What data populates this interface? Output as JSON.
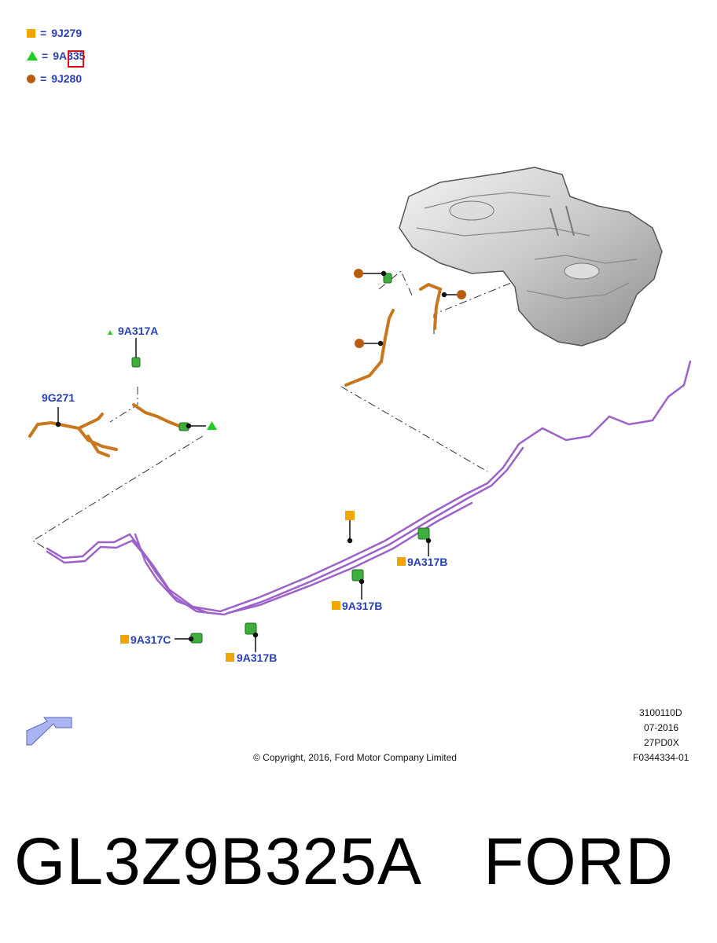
{
  "legend": {
    "items": [
      {
        "symbol": "square",
        "eq": "=",
        "code": "9J279"
      },
      {
        "symbol": "triangle",
        "eq": "=",
        "code": "9A335"
      },
      {
        "symbol": "circle",
        "eq": "=",
        "code": "9J280"
      }
    ]
  },
  "callouts": {
    "c1": "9A317A",
    "c2": "9G271",
    "c3": "9A317B",
    "c4": "9A317B",
    "c5": "9A317C",
    "c6": "9A317B"
  },
  "info": {
    "line1": "3100110D",
    "line2": "07-2016",
    "line3": "27PD0X",
    "line4": "F0344334-01"
  },
  "copyright": "© Copyright, 2016, Ford Motor Company Limited",
  "part": {
    "number": "GL3Z9B325A",
    "brand": "FORD"
  },
  "colors": {
    "callout_text": "#2a3fb5",
    "square": "#f0a500",
    "triangle": "#22cc22",
    "circle": "#b85c10",
    "brake_line": "#9b62c9",
    "fuel_hose": "#c8771f",
    "clip": "#3fae3f",
    "highlight": "#dd1111"
  }
}
